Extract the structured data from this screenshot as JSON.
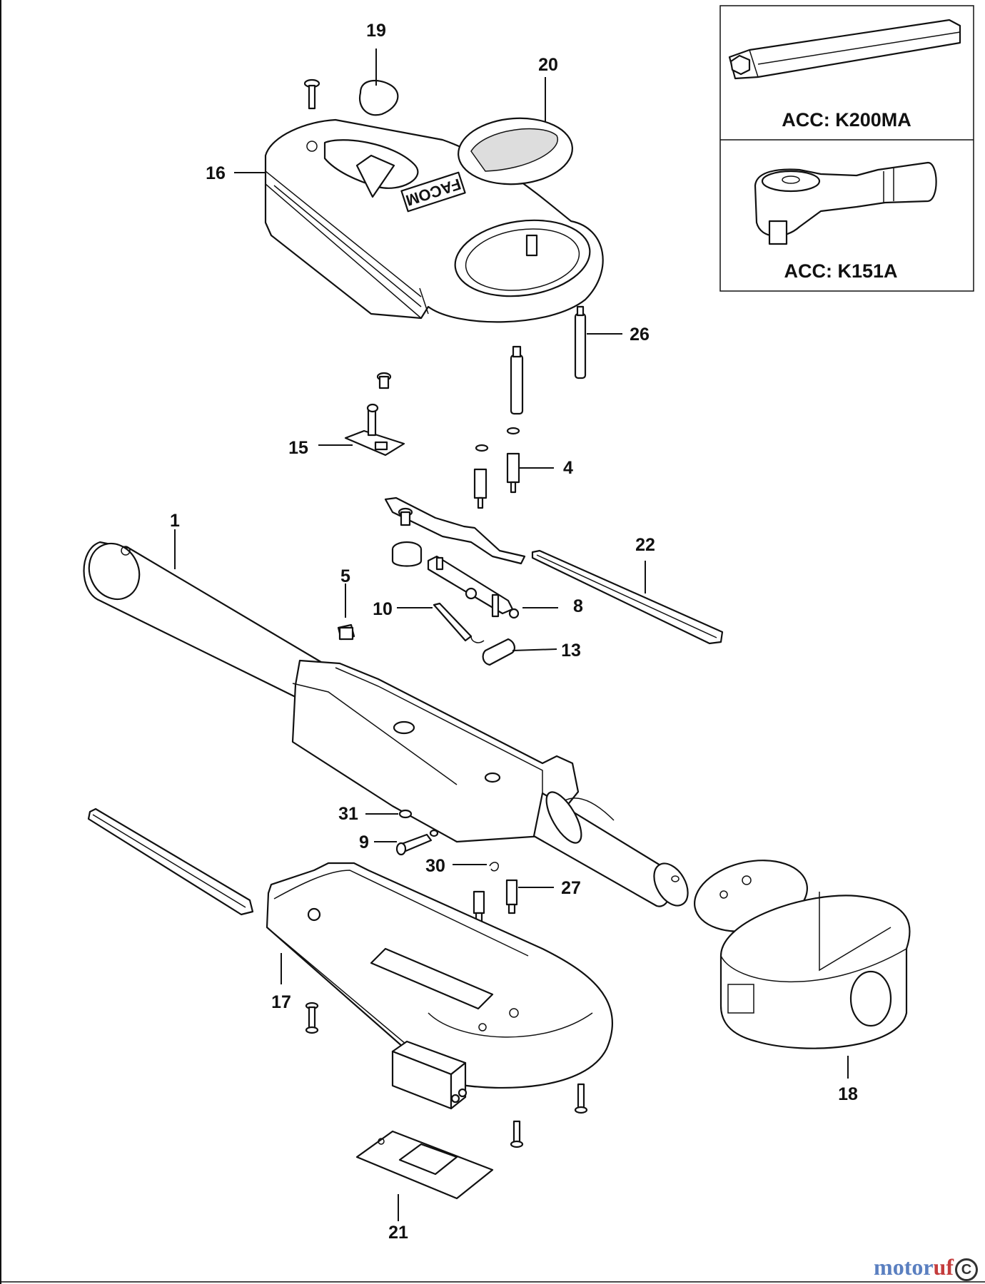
{
  "parts": [
    {
      "id": "p1",
      "num": "1",
      "name": "handle-tube"
    },
    {
      "id": "p4",
      "num": "4",
      "name": "standoff"
    },
    {
      "id": "p5",
      "num": "5",
      "name": "hex-nut"
    },
    {
      "id": "p8",
      "num": "8",
      "name": "lever-bracket"
    },
    {
      "id": "p9",
      "num": "9",
      "name": "pin"
    },
    {
      "id": "p10",
      "num": "10",
      "name": "link-bar"
    },
    {
      "id": "p13",
      "num": "13",
      "name": "sleeve"
    },
    {
      "id": "p15",
      "num": "15",
      "name": "sensor-board"
    },
    {
      "id": "p16",
      "num": "16",
      "name": "top-cover"
    },
    {
      "id": "p17",
      "num": "17",
      "name": "bottom-housing"
    },
    {
      "id": "p18",
      "num": "18",
      "name": "ring-head"
    },
    {
      "id": "p19",
      "num": "19",
      "name": "button"
    },
    {
      "id": "p20",
      "num": "20",
      "name": "display-window"
    },
    {
      "id": "p21",
      "num": "21",
      "name": "battery-plate"
    },
    {
      "id": "p22",
      "num": "22",
      "name": "rail"
    },
    {
      "id": "p26",
      "num": "26",
      "name": "standoff-long"
    },
    {
      "id": "p27",
      "num": "27",
      "name": "standoff-short"
    },
    {
      "id": "p30",
      "num": "30",
      "name": "circlip"
    },
    {
      "id": "p31",
      "num": "31",
      "name": "o-ring"
    }
  ],
  "accessories": {
    "a": "ACC: K200MA",
    "b": "ACC: K151A"
  },
  "cover_brand": "FACOM",
  "watermark": {
    "part1": "motor",
    "part2": "uf",
    "symbol": "C"
  }
}
